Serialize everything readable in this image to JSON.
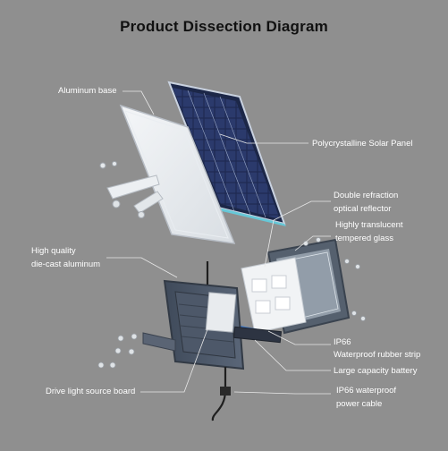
{
  "title": "Product Dissection Diagram",
  "labels": {
    "aluminum_base": "Aluminum base",
    "solar_panel": "Polycrystalline Solar Panel",
    "reflector": [
      "Double refraction",
      "optical reflector"
    ],
    "glass": [
      "Highly translucent",
      "tempered glass"
    ],
    "die_cast": [
      "High quality",
      "die-cast aluminum"
    ],
    "rubber": [
      "IP66",
      "Waterproof rubber strip"
    ],
    "battery": "Large capacity battery",
    "drive_board": "Drive light source board",
    "cable": [
      "IP66 waterproof",
      "power cable"
    ]
  }
}
